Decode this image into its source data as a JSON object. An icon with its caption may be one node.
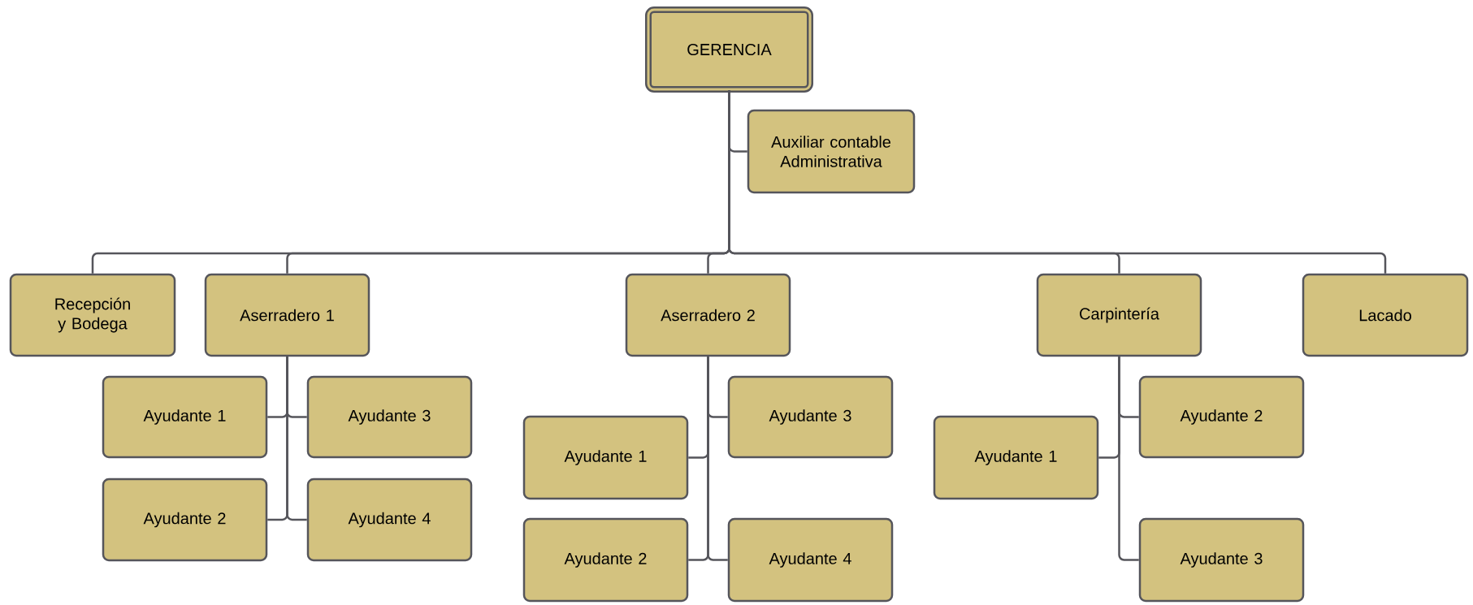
{
  "diagram": {
    "nodes": [
      {
        "text": [
          "GERENCIA"
        ]
      },
      {
        "text": [
          "Auxiliar contable Administrativa"
        ]
      },
      {
        "text": [
          "Recepción y Bodega"
        ]
      },
      {
        "text": [
          "Aserradero 1"
        ]
      },
      {
        "text": [
          "Aserradero 2"
        ]
      },
      {
        "text": [
          "Carpintería"
        ]
      },
      {
        "text": [
          "Lacado"
        ]
      },
      {
        "text": [
          "Ayudante 1"
        ]
      },
      {
        "text": [
          "Ayudante 3"
        ]
      },
      {
        "text": [
          "Ayudante 2"
        ]
      },
      {
        "text": [
          "Ayudante 4"
        ]
      },
      {
        "text": [
          "Ayudante 3"
        ]
      },
      {
        "text": [
          "Ayudante 1"
        ]
      },
      {
        "text": [
          "Ayudante 2"
        ]
      },
      {
        "text": [
          "Ayudante 4"
        ]
      },
      {
        "text": [
          "Ayudante 2"
        ]
      },
      {
        "text": [
          "Ayudante 1"
        ]
      },
      {
        "text": [
          "Ayudante 3"
        ]
      }
    ],
    "edges": [
      {
        "from": 0,
        "to": 1,
        "arrow": "none"
      },
      {
        "from": 0,
        "to": 2,
        "arrow": "none"
      },
      {
        "from": 0,
        "to": 3,
        "arrow": "none"
      },
      {
        "from": 0,
        "to": 4,
        "arrow": "none"
      },
      {
        "from": 0,
        "to": 5,
        "arrow": "none"
      },
      {
        "from": 0,
        "to": 6,
        "arrow": "none"
      },
      {
        "from": 3,
        "to": 7,
        "arrow": "none"
      },
      {
        "from": 3,
        "to": 8,
        "arrow": "none"
      },
      {
        "from": 3,
        "to": 9,
        "arrow": "none"
      },
      {
        "from": 3,
        "to": 10,
        "arrow": "none"
      },
      {
        "from": 4,
        "to": 11,
        "arrow": "none"
      },
      {
        "from": 4,
        "to": 12,
        "arrow": "none"
      },
      {
        "from": 4,
        "to": 13,
        "arrow": "none"
      },
      {
        "from": 4,
        "to": 14,
        "arrow": "none"
      },
      {
        "from": 5,
        "to": 15,
        "arrow": "none"
      },
      {
        "from": 5,
        "to": 16,
        "arrow": "none"
      },
      {
        "from": 5,
        "to": 17,
        "arrow": "none"
      }
    ]
  }
}
